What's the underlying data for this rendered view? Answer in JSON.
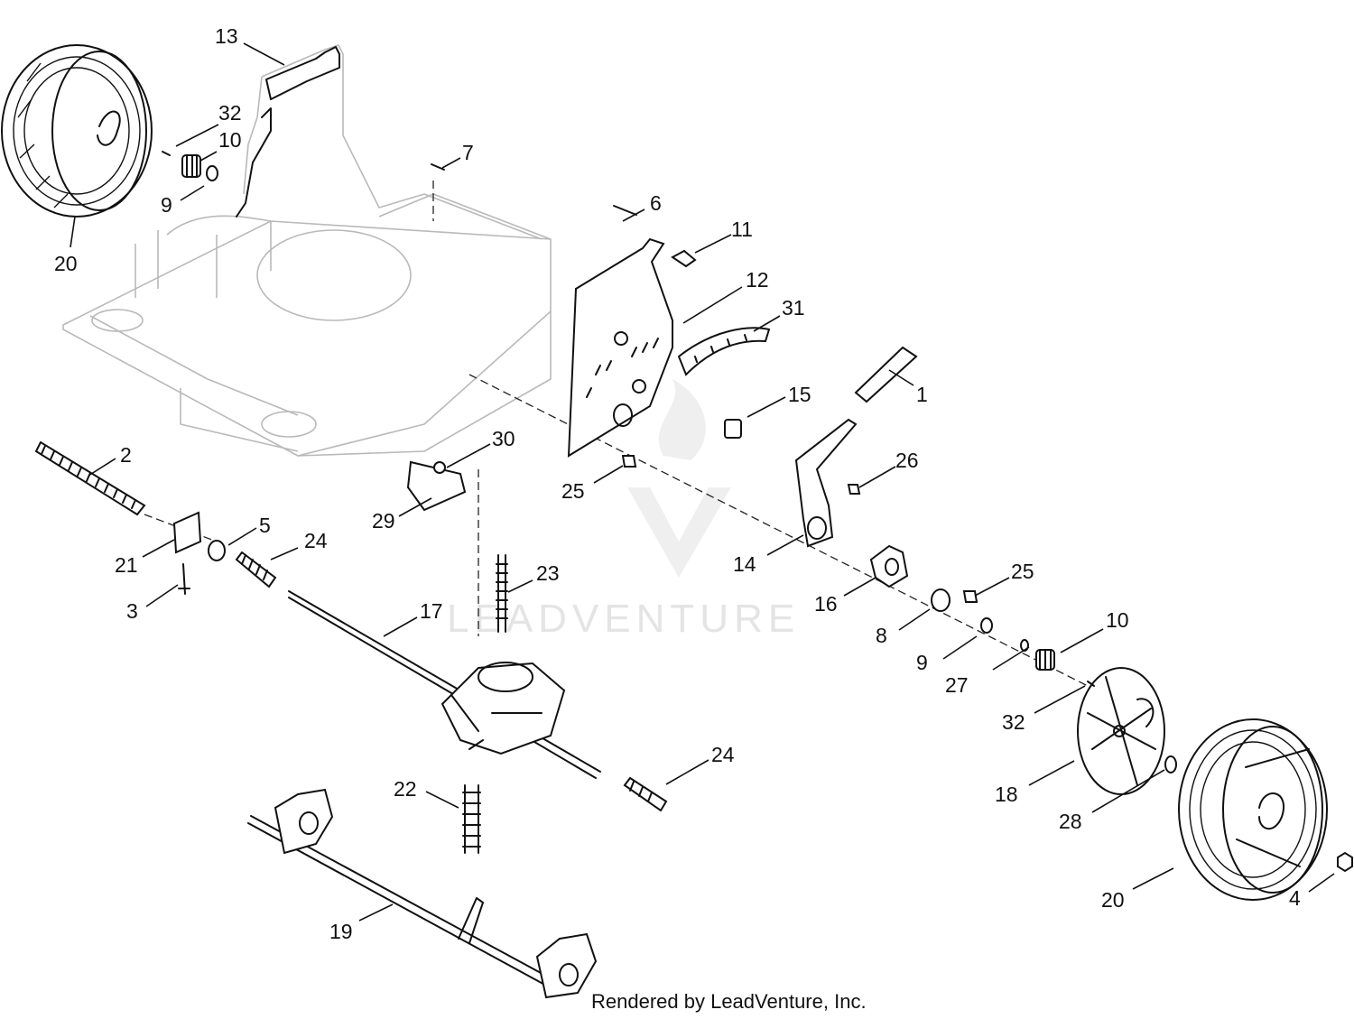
{
  "callouts": [
    {
      "id": "c1",
      "text": "1"
    },
    {
      "id": "c2",
      "text": "2"
    },
    {
      "id": "c3",
      "text": "3"
    },
    {
      "id": "c4",
      "text": "4"
    },
    {
      "id": "c5",
      "text": "5"
    },
    {
      "id": "c6",
      "text": "6"
    },
    {
      "id": "c7",
      "text": "7"
    },
    {
      "id": "c8",
      "text": "8"
    },
    {
      "id": "c9a",
      "text": "9"
    },
    {
      "id": "c9b",
      "text": "9"
    },
    {
      "id": "c10a",
      "text": "10"
    },
    {
      "id": "c10b",
      "text": "10"
    },
    {
      "id": "c11",
      "text": "11"
    },
    {
      "id": "c12",
      "text": "12"
    },
    {
      "id": "c13",
      "text": "13"
    },
    {
      "id": "c14",
      "text": "14"
    },
    {
      "id": "c15",
      "text": "15"
    },
    {
      "id": "c16",
      "text": "16"
    },
    {
      "id": "c17",
      "text": "17"
    },
    {
      "id": "c18",
      "text": "18"
    },
    {
      "id": "c19",
      "text": "19"
    },
    {
      "id": "c20a",
      "text": "20"
    },
    {
      "id": "c20b",
      "text": "20"
    },
    {
      "id": "c21",
      "text": "21"
    },
    {
      "id": "c22",
      "text": "22"
    },
    {
      "id": "c23",
      "text": "23"
    },
    {
      "id": "c24a",
      "text": "24"
    },
    {
      "id": "c24b",
      "text": "24"
    },
    {
      "id": "c25a",
      "text": "25"
    },
    {
      "id": "c25b",
      "text": "25"
    },
    {
      "id": "c26",
      "text": "26"
    },
    {
      "id": "c27",
      "text": "27"
    },
    {
      "id": "c28",
      "text": "28"
    },
    {
      "id": "c29",
      "text": "29"
    },
    {
      "id": "c30",
      "text": "30"
    },
    {
      "id": "c31",
      "text": "31"
    },
    {
      "id": "c32a",
      "text": "32"
    },
    {
      "id": "c32b",
      "text": "32"
    }
  ],
  "watermark": {
    "text": "LEADVENTURE"
  },
  "credit": {
    "text": "Rendered by LeadVenture, Inc."
  }
}
